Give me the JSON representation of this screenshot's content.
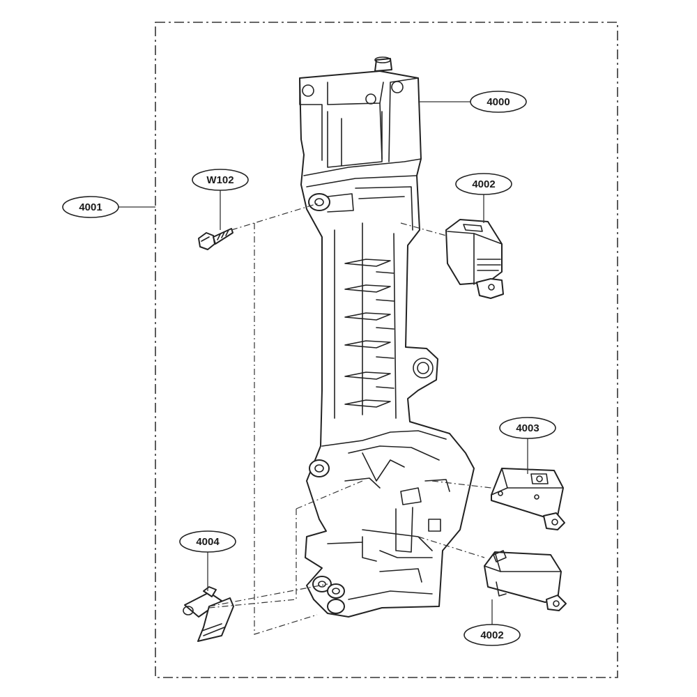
{
  "diagram": {
    "callouts": {
      "frame_assembly": "4001",
      "door_latch_frame": "4000",
      "screw": "W102",
      "switch_upper": "4002",
      "switch_middle": "4003",
      "lever": "4004",
      "switch_lower": "4002"
    },
    "colors": {
      "line": "#222222",
      "background": "#ffffff"
    },
    "watermark": ""
  }
}
